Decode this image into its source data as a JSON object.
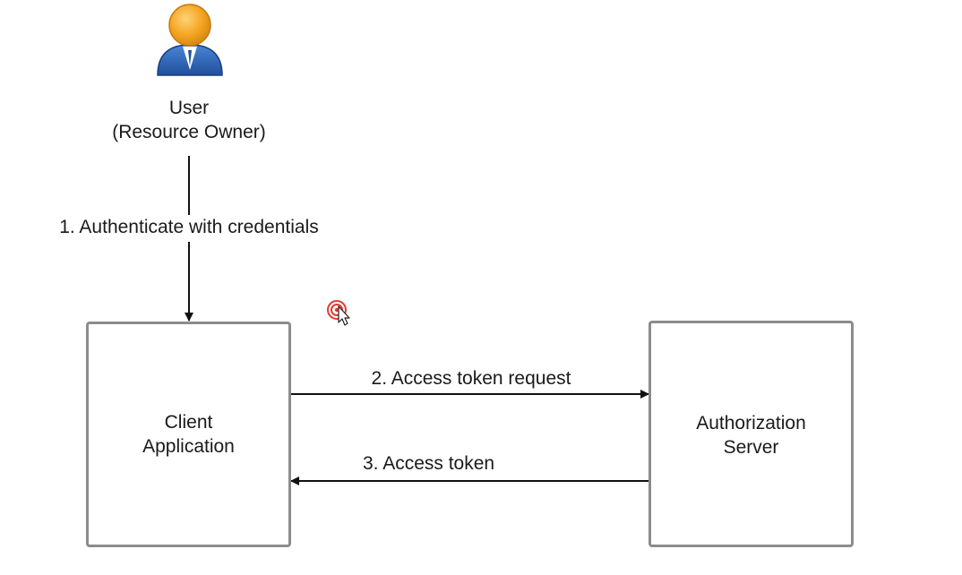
{
  "diagram": {
    "user": {
      "name": "User",
      "role": "(Resource Owner)"
    },
    "client": {
      "line1": "Client",
      "line2": "Application"
    },
    "server": {
      "line1": "Authorization",
      "line2": "Server"
    },
    "steps": [
      {
        "label": "1. Authenticate with credentials"
      },
      {
        "label": "2. Access token request"
      },
      {
        "label": "3. Access token"
      }
    ]
  }
}
